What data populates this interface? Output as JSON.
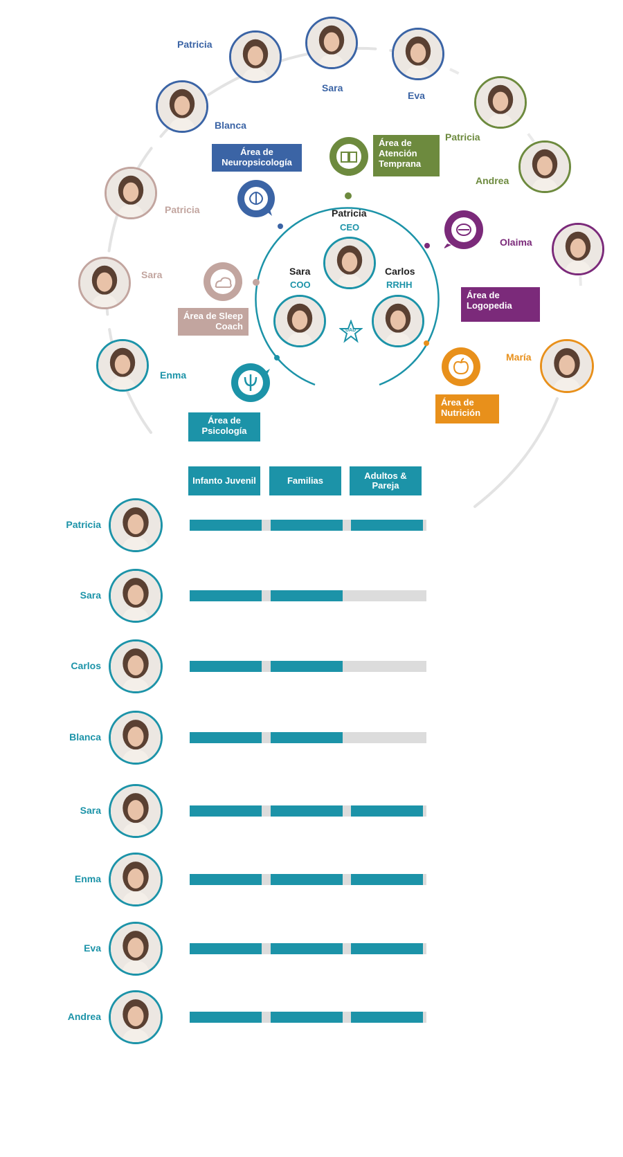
{
  "colors": {
    "teal": "#1c93a8",
    "blue": "#3b64a5",
    "green": "#6d8a3e",
    "pink": "#c2a59f",
    "purple": "#7b2a7a",
    "orange": "#e8901b",
    "gray_line": "#e0e0e0",
    "track": "#dcdcdc"
  },
  "center": {
    "ceo": {
      "name": "Patricia",
      "role": "CEO"
    },
    "coo": {
      "name": "Sara",
      "role": "COO"
    },
    "rrhh": {
      "name": "Carlos",
      "role": "RRHH"
    },
    "logo_text": "UAD"
  },
  "areas": {
    "neuropsicologia": "Área de Neuropsicología",
    "atencion_temprana": "Área de Atención Temprana",
    "sleep_coach": "Área de Sleep Coach",
    "logopedia": "Área de Logopedia",
    "psicologia": "Área de Psicología",
    "nutricion": "Área de Nutrición"
  },
  "outer_people": {
    "patricia_blue": "Patricia",
    "sara_top": "Sara",
    "eva": "Eva",
    "blanca": "Blanca",
    "patricia_green": "Patricia",
    "andrea": "Andrea",
    "patricia_pink": "Patricia",
    "olaima": "Olaima",
    "sara_pink": "Sara",
    "maria": "María",
    "enma": "Enma"
  },
  "table": {
    "columns": [
      "Infanto Juvenil",
      "Familias",
      "Adultos & Pareja"
    ],
    "rows": [
      {
        "name": "Patricia",
        "values": [
          1,
          1,
          1
        ]
      },
      {
        "name": "Sara",
        "values": [
          1,
          1,
          0
        ]
      },
      {
        "name": "Carlos",
        "values": [
          1,
          1,
          0
        ]
      },
      {
        "name": "Blanca",
        "values": [
          1,
          1,
          0
        ]
      },
      {
        "name": "Sara",
        "values": [
          1,
          1,
          1
        ]
      },
      {
        "name": "Enma",
        "values": [
          1,
          1,
          1
        ]
      },
      {
        "name": "Eva",
        "values": [
          1,
          1,
          1
        ]
      },
      {
        "name": "Andrea",
        "values": [
          1,
          1,
          1
        ]
      }
    ]
  }
}
